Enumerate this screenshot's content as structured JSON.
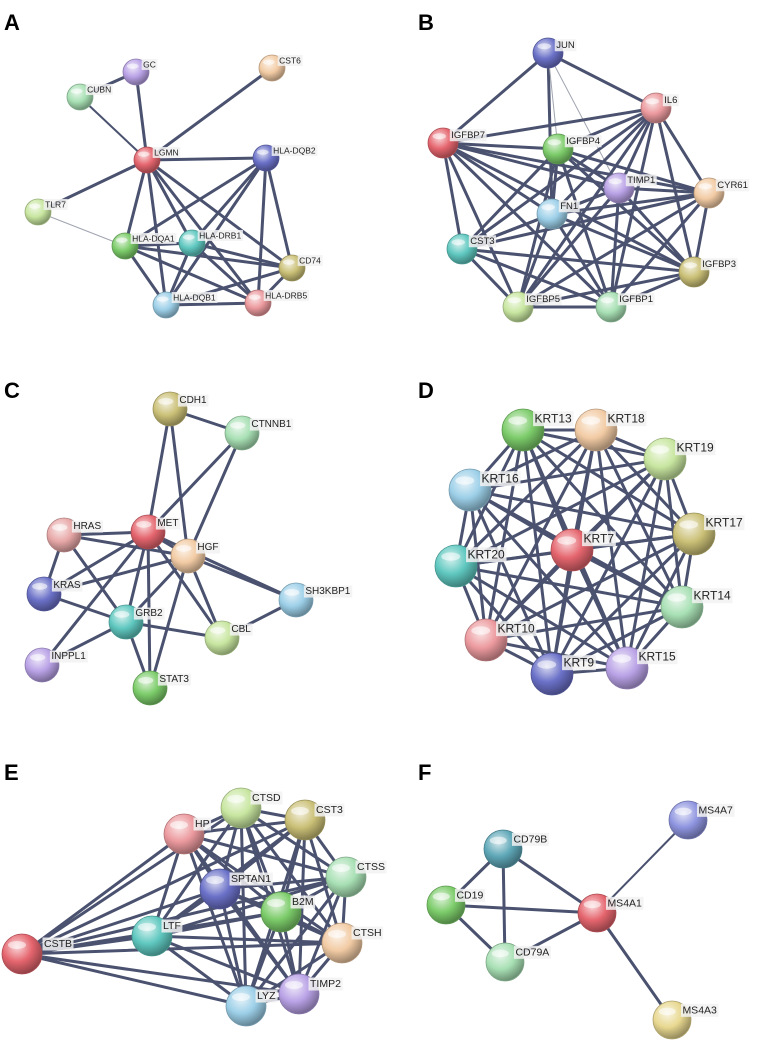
{
  "edge_color": "#4a5270",
  "panels": [
    {
      "letter": "A",
      "nodes": [
        {
          "id": "GC",
          "color": "#b9a2e6"
        },
        {
          "id": "CST6",
          "color": "#f2cba4"
        },
        {
          "id": "CUBN",
          "color": "#a8e0b4"
        },
        {
          "id": "LGMN",
          "color": "#e5656e"
        },
        {
          "id": "HLA-DQB2",
          "color": "#6b71c8"
        },
        {
          "id": "TLR7",
          "color": "#c8e6a0"
        },
        {
          "id": "HLA-DQA1",
          "color": "#7ccc6a"
        },
        {
          "id": "HLA-DRB1",
          "color": "#5fc8c0"
        },
        {
          "id": "CD74",
          "color": "#cbc077"
        },
        {
          "id": "HLA-DQB1",
          "color": "#9ccfe8"
        },
        {
          "id": "HLA-DRB5",
          "color": "#ec9a9e"
        }
      ],
      "edges": [
        [
          "GC",
          "CUBN",
          2
        ],
        [
          "GC",
          "LGMN",
          2
        ],
        [
          "CST6",
          "LGMN",
          2
        ],
        [
          "CUBN",
          "LGMN",
          1
        ],
        [
          "LGMN",
          "TLR7",
          2
        ],
        [
          "LGMN",
          "HLA-DQB2",
          2
        ],
        [
          "LGMN",
          "HLA-DQA1",
          2
        ],
        [
          "LGMN",
          "HLA-DRB1",
          2
        ],
        [
          "LGMN",
          "HLA-DQB1",
          2
        ],
        [
          "LGMN",
          "HLA-DRB5",
          2
        ],
        [
          "LGMN",
          "CD74",
          2
        ],
        [
          "TLR7",
          "HLA-DQA1",
          0
        ],
        [
          "HLA-DQB2",
          "HLA-DQA1",
          2
        ],
        [
          "HLA-DQB2",
          "HLA-DRB1",
          2
        ],
        [
          "HLA-DQB2",
          "CD74",
          2
        ],
        [
          "HLA-DQB2",
          "HLA-DQB1",
          2
        ],
        [
          "HLA-DQB2",
          "HLA-DRB5",
          2
        ],
        [
          "HLA-DQA1",
          "HLA-DRB1",
          2
        ],
        [
          "HLA-DQA1",
          "HLA-DQB1",
          2
        ],
        [
          "HLA-DQA1",
          "HLA-DRB5",
          2
        ],
        [
          "HLA-DQA1",
          "CD74",
          2
        ],
        [
          "HLA-DRB1",
          "HLA-DQB1",
          2
        ],
        [
          "HLA-DRB1",
          "HLA-DRB5",
          2
        ],
        [
          "HLA-DRB1",
          "CD74",
          2
        ],
        [
          "HLA-DQB1",
          "HLA-DRB5",
          2
        ],
        [
          "CD74",
          "HLA-DRB5",
          2
        ],
        [
          "CD74",
          "HLA-DQB1",
          2
        ]
      ]
    },
    {
      "letter": "B",
      "nodes": [
        {
          "id": "JUN",
          "color": "#6b71c8"
        },
        {
          "id": "IL6",
          "color": "#ec9a9e"
        },
        {
          "id": "IGFBP7",
          "color": "#e5656e"
        },
        {
          "id": "IGFBP4",
          "color": "#7ccc6a"
        },
        {
          "id": "TIMP1",
          "color": "#b9a2e6"
        },
        {
          "id": "CYR61",
          "color": "#f2cba4"
        },
        {
          "id": "FN1",
          "color": "#9ccfe8"
        },
        {
          "id": "CST3",
          "color": "#5fc8c0"
        },
        {
          "id": "IGFBP3",
          "color": "#cbc077"
        },
        {
          "id": "IGFBP5",
          "color": "#c8e6a0"
        },
        {
          "id": "IGFBP1",
          "color": "#a8e0b4"
        }
      ],
      "edges": [
        [
          "JUN",
          "IL6",
          2
        ],
        [
          "JUN",
          "IGFBP7",
          2
        ],
        [
          "JUN",
          "FN1",
          2
        ],
        [
          "JUN",
          "TIMP1",
          0
        ],
        [
          "JUN",
          "IGFBP4",
          0
        ],
        [
          "IL6",
          "IGFBP7",
          2
        ],
        [
          "IL6",
          "IGFBP4",
          2
        ],
        [
          "IL6",
          "TIMP1",
          2
        ],
        [
          "IL6",
          "CYR61",
          2
        ],
        [
          "IL6",
          "FN1",
          2
        ],
        [
          "IL6",
          "CST3",
          2
        ],
        [
          "IL6",
          "IGFBP3",
          2
        ],
        [
          "IL6",
          "IGFBP5",
          2
        ],
        [
          "IL6",
          "IGFBP1",
          2
        ],
        [
          "IGFBP7",
          "IGFBP4",
          2
        ],
        [
          "IGFBP7",
          "FN1",
          2
        ],
        [
          "IGFBP7",
          "CST3",
          2
        ],
        [
          "IGFBP7",
          "IGFBP5",
          2
        ],
        [
          "IGFBP7",
          "IGFBP1",
          2
        ],
        [
          "IGFBP7",
          "IGFBP3",
          2
        ],
        [
          "IGFBP7",
          "CYR61",
          2
        ],
        [
          "IGFBP7",
          "TIMP1",
          2
        ],
        [
          "IGFBP4",
          "TIMP1",
          2
        ],
        [
          "IGFBP4",
          "FN1",
          2
        ],
        [
          "IGFBP4",
          "CST3",
          2
        ],
        [
          "IGFBP4",
          "IGFBP5",
          2
        ],
        [
          "IGFBP4",
          "IGFBP1",
          2
        ],
        [
          "IGFBP4",
          "IGFBP3",
          2
        ],
        [
          "IGFBP4",
          "CYR61",
          2
        ],
        [
          "TIMP1",
          "CYR61",
          2
        ],
        [
          "TIMP1",
          "FN1",
          2
        ],
        [
          "TIMP1",
          "IGFBP3",
          2
        ],
        [
          "TIMP1",
          "IGFBP1",
          2
        ],
        [
          "TIMP1",
          "IGFBP5",
          2
        ],
        [
          "TIMP1",
          "CST3",
          2
        ],
        [
          "CYR61",
          "FN1",
          2
        ],
        [
          "CYR61",
          "IGFBP3",
          2
        ],
        [
          "CYR61",
          "IGFBP1",
          2
        ],
        [
          "CYR61",
          "CST3",
          2
        ],
        [
          "CYR61",
          "IGFBP5",
          2
        ],
        [
          "FN1",
          "CST3",
          2
        ],
        [
          "FN1",
          "IGFBP5",
          2
        ],
        [
          "FN1",
          "IGFBP1",
          2
        ],
        [
          "FN1",
          "IGFBP3",
          2
        ],
        [
          "CST3",
          "IGFBP5",
          2
        ],
        [
          "CST3",
          "IGFBP1",
          2
        ],
        [
          "CST3",
          "IGFBP3",
          2
        ],
        [
          "IGFBP5",
          "IGFBP1",
          2
        ],
        [
          "IGFBP5",
          "IGFBP3",
          2
        ],
        [
          "IGFBP1",
          "IGFBP3",
          2
        ]
      ]
    },
    {
      "letter": "C",
      "nodes": [
        {
          "id": "CDH1",
          "color": "#cbc077"
        },
        {
          "id": "CTNNB1",
          "color": "#a8e0b4"
        },
        {
          "id": "HRAS",
          "color": "#e8a8a8"
        },
        {
          "id": "MET",
          "color": "#e5656e"
        },
        {
          "id": "HGF",
          "color": "#f2cba4"
        },
        {
          "id": "KRAS",
          "color": "#6b71c8"
        },
        {
          "id": "SH3KBP1",
          "color": "#9ccfe8"
        },
        {
          "id": "GRB2",
          "color": "#5fc8c0"
        },
        {
          "id": "CBL",
          "color": "#c8e6a0"
        },
        {
          "id": "INPPL1",
          "color": "#b9a2e6"
        },
        {
          "id": "STAT3",
          "color": "#7ccc6a"
        }
      ],
      "edges": [
        [
          "CDH1",
          "CTNNB1",
          2
        ],
        [
          "CDH1",
          "MET",
          2
        ],
        [
          "CDH1",
          "HGF",
          2
        ],
        [
          "CTNNB1",
          "MET",
          2
        ],
        [
          "CTNNB1",
          "HGF",
          2
        ],
        [
          "HRAS",
          "MET",
          2
        ],
        [
          "HRAS",
          "KRAS",
          2
        ],
        [
          "HRAS",
          "GRB2",
          2
        ],
        [
          "HRAS",
          "HGF",
          2
        ],
        [
          "MET",
          "HGF",
          2
        ],
        [
          "MET",
          "KRAS",
          2
        ],
        [
          "MET",
          "GRB2",
          2
        ],
        [
          "MET",
          "CBL",
          2
        ],
        [
          "MET",
          "STAT3",
          2
        ],
        [
          "MET",
          "INPPL1",
          2
        ],
        [
          "MET",
          "SH3KBP1",
          2
        ],
        [
          "HGF",
          "GRB2",
          2
        ],
        [
          "HGF",
          "CBL",
          2
        ],
        [
          "HGF",
          "SH3KBP1",
          2
        ],
        [
          "HGF",
          "STAT3",
          2
        ],
        [
          "HGF",
          "KRAS",
          2
        ],
        [
          "KRAS",
          "GRB2",
          2
        ],
        [
          "GRB2",
          "CBL",
          2
        ],
        [
          "GRB2",
          "STAT3",
          2
        ],
        [
          "GRB2",
          "INPPL1",
          2
        ],
        [
          "CBL",
          "SH3KBP1",
          2
        ]
      ]
    },
    {
      "letter": "D",
      "nodes": [
        {
          "id": "KRT13",
          "color": "#7ccc6a"
        },
        {
          "id": "KRT18",
          "color": "#f2cba4"
        },
        {
          "id": "KRT19",
          "color": "#c8e6a0"
        },
        {
          "id": "KRT16",
          "color": "#9ccfe8"
        },
        {
          "id": "KRT17",
          "color": "#cbc077"
        },
        {
          "id": "KRT20",
          "color": "#5fc8c0"
        },
        {
          "id": "KRT7",
          "color": "#e5656e"
        },
        {
          "id": "KRT14",
          "color": "#a8e0b4"
        },
        {
          "id": "KRT10",
          "color": "#ec9a9e"
        },
        {
          "id": "KRT9",
          "color": "#6b71c8"
        },
        {
          "id": "KRT15",
          "color": "#b9a2e6"
        }
      ],
      "edges": "complete"
    },
    {
      "letter": "E",
      "nodes": [
        {
          "id": "CTSD",
          "color": "#c8e6a0"
        },
        {
          "id": "CST3",
          "color": "#cbc077"
        },
        {
          "id": "HP",
          "color": "#ec9a9e"
        },
        {
          "id": "CTSS",
          "color": "#a8e0b4"
        },
        {
          "id": "SPTAN1",
          "color": "#6b71c8"
        },
        {
          "id": "B2M",
          "color": "#7ccc6a"
        },
        {
          "id": "CSTB",
          "color": "#e5656e"
        },
        {
          "id": "LTF",
          "color": "#5fc8c0"
        },
        {
          "id": "CTSH",
          "color": "#f2cba4"
        },
        {
          "id": "LYZ",
          "color": "#9ccfe8"
        },
        {
          "id": "TIMP2",
          "color": "#b9a2e6"
        }
      ],
      "edges": "complete"
    },
    {
      "letter": "F",
      "nodes": [
        {
          "id": "MS4A7",
          "color": "#8f95e0"
        },
        {
          "id": "CD79B",
          "color": "#5fa8b8"
        },
        {
          "id": "CD19",
          "color": "#7ccc6a"
        },
        {
          "id": "MS4A1",
          "color": "#e5656e"
        },
        {
          "id": "CD79A",
          "color": "#a8e0b4"
        },
        {
          "id": "MS4A3",
          "color": "#e8d890"
        }
      ],
      "edges": [
        [
          "CD79B",
          "CD19",
          2
        ],
        [
          "CD79B",
          "CD79A",
          2
        ],
        [
          "CD79B",
          "MS4A1",
          2
        ],
        [
          "CD19",
          "CD79A",
          2
        ],
        [
          "CD19",
          "MS4A1",
          2
        ],
        [
          "CD79A",
          "MS4A1",
          2
        ],
        [
          "MS4A1",
          "MS4A7",
          1
        ],
        [
          "MS4A1",
          "MS4A3",
          2
        ]
      ]
    }
  ]
}
